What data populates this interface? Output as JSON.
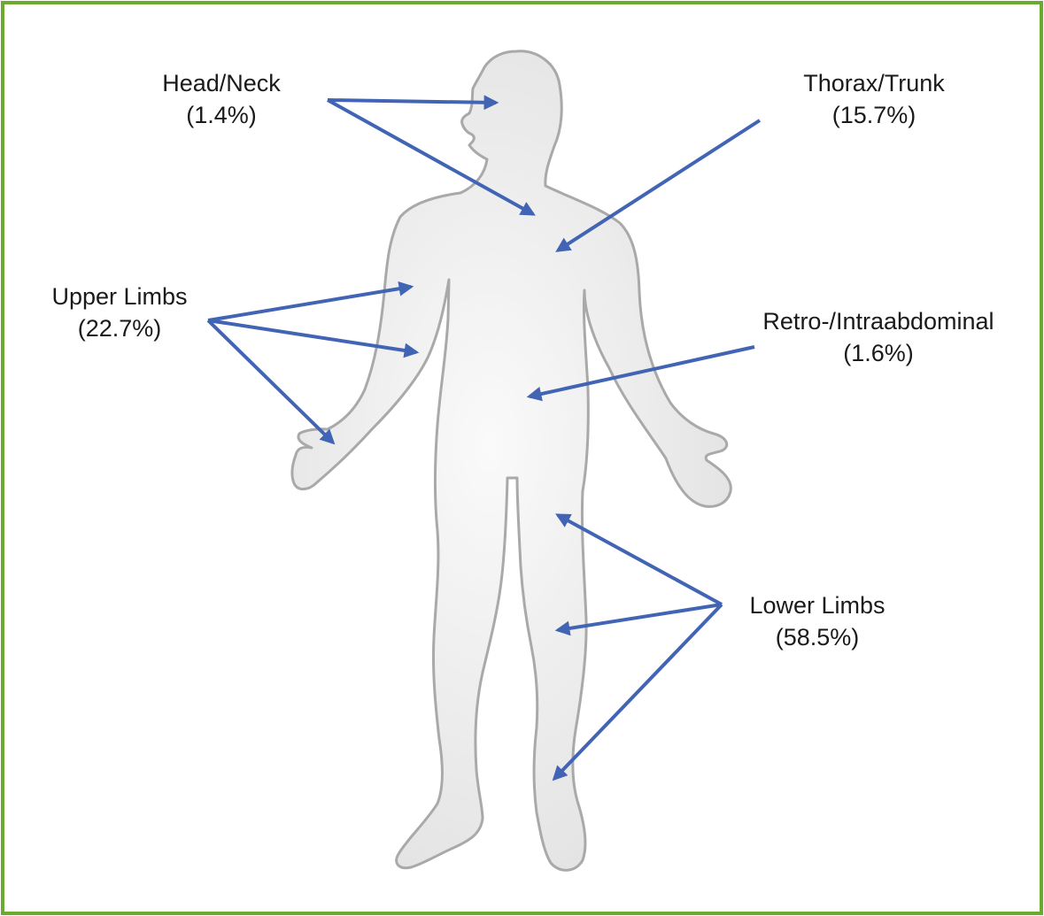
{
  "colors": {
    "border": "#6aaa2e",
    "arrow": "#4264b4",
    "body_fill": "#e6e6e6",
    "body_stroke": "#a9a9a9"
  },
  "regions": [
    {
      "id": "head-neck",
      "name": "Head/Neck",
      "pct": "(1.4%)"
    },
    {
      "id": "thorax-trunk",
      "name": "Thorax/Trunk",
      "pct": "(15.7%)"
    },
    {
      "id": "upper-limbs",
      "name": "Upper Limbs",
      "pct": "(22.7%)"
    },
    {
      "id": "retro-intraabdominal",
      "name": "Retro-/Intraabdominal",
      "pct": "(1.6%)"
    },
    {
      "id": "lower-limbs",
      "name": "Lower Limbs",
      "pct": "(58.5%)"
    }
  ]
}
